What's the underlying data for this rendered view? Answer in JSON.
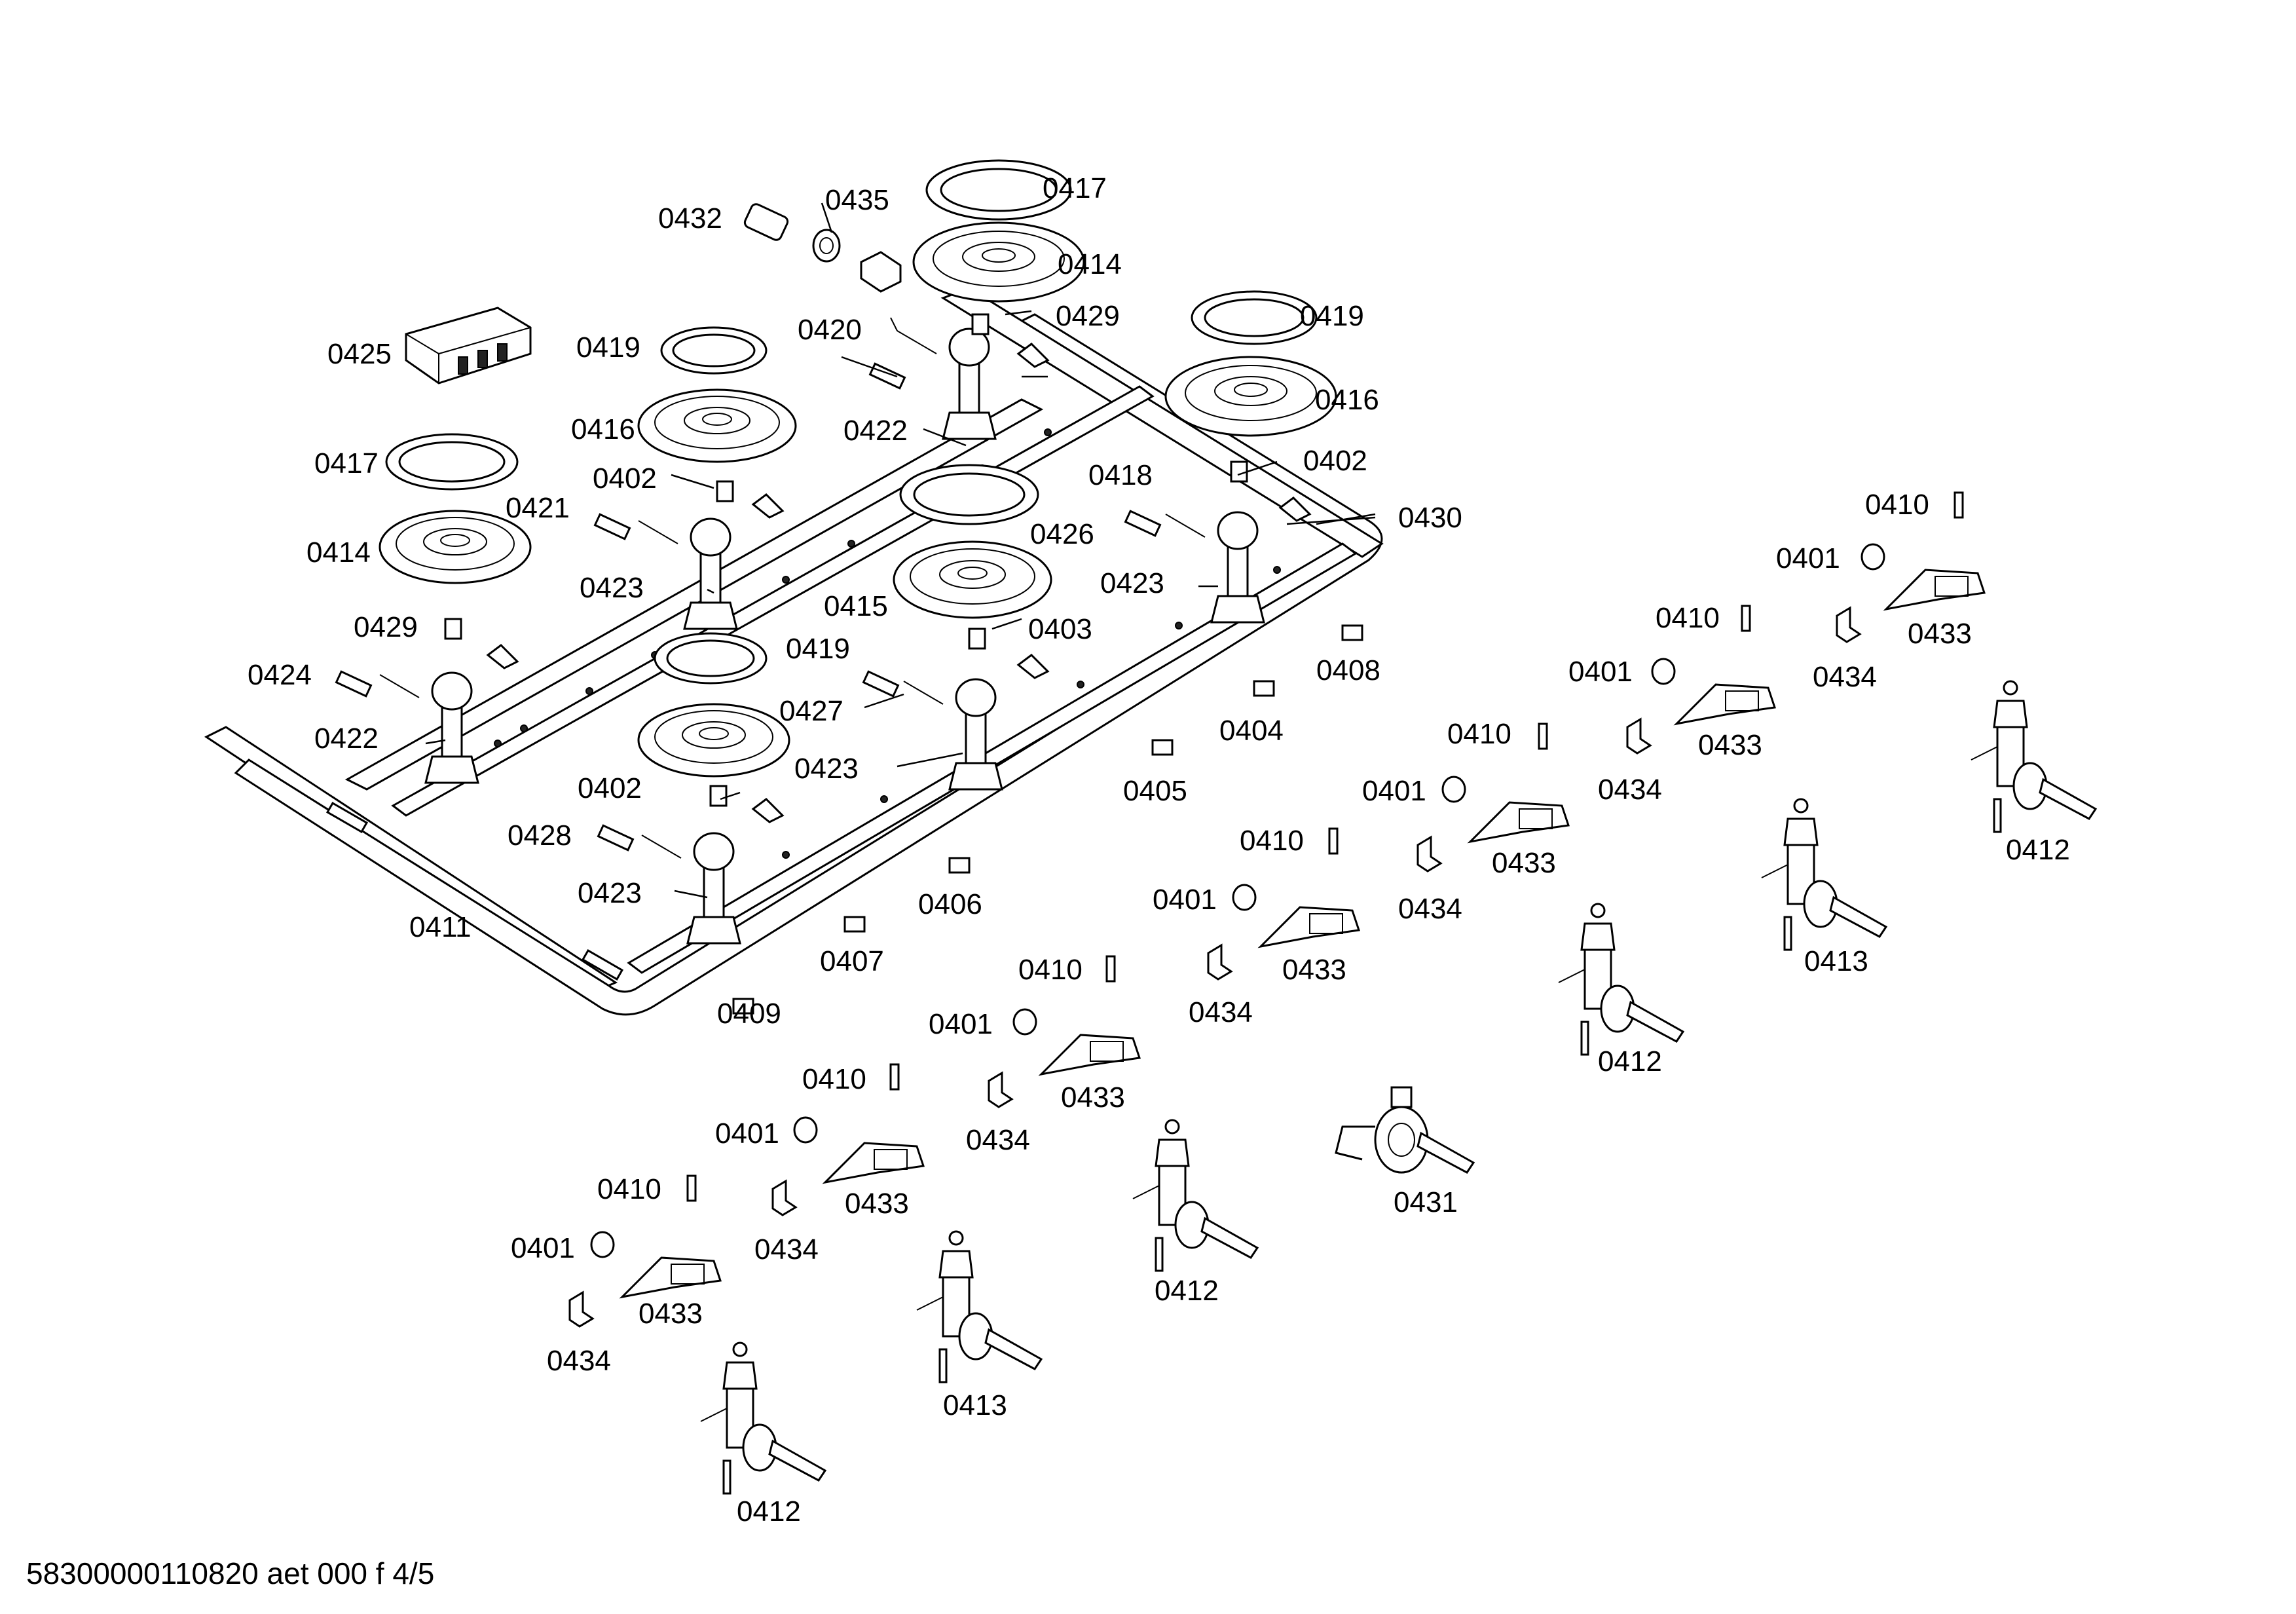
{
  "footer": "58300000110820 aet 000 f 4/5",
  "labels": {
    "l0432": "0432",
    "l0435": "0435",
    "l0417a": "0417",
    "l0414a": "0414",
    "l0429a": "0429",
    "l0419a": "0419",
    "l0425": "0425",
    "l0419b": "0419",
    "l0420": "0420",
    "l0416a": "0416",
    "l0422a": "0422",
    "l0416b": "0416",
    "l0417b": "0417",
    "l0402a": "0402",
    "l0418": "0418",
    "l0402b": "0402",
    "l0421": "0421",
    "l0430": "0430",
    "l0414b": "0414",
    "l0426": "0426",
    "l0423a": "0423",
    "l0423b": "0423",
    "l0415": "0415",
    "l0410a": "0410",
    "l0429b": "0429",
    "l0403": "0403",
    "l0401a": "0401",
    "l0419c": "0419",
    "l0424": "0424",
    "l0408": "0408",
    "l0433a": "0433",
    "l0427": "0427",
    "l0410b": "0410",
    "l0434a": "0434",
    "l0422b": "0422",
    "l0404": "0404",
    "l0423c": "0423",
    "l0401b": "0401",
    "l0433b": "0433",
    "l0402c": "0402",
    "l0405": "0405",
    "l0410c": "0410",
    "l0434b": "0434",
    "l0428": "0428",
    "l0401c": "0401",
    "l0433c": "0433",
    "l0412a": "0412",
    "l0423d": "0423",
    "l0406": "0406",
    "l0410d": "0410",
    "l0434c": "0434",
    "l0411": "0411",
    "l0401d": "0401",
    "l0433d": "0433",
    "l0413a": "0413",
    "l0407": "0407",
    "l0410e": "0410",
    "l0434d": "0434",
    "l0409": "0409",
    "l0401e": "0401",
    "l0412b": "0412",
    "l0433e": "0433",
    "l0410f": "0410",
    "l0434e": "0434",
    "l0401f": "0401",
    "l0431": "0431",
    "l0433f": "0433",
    "l0410g": "0410",
    "l0434f": "0434",
    "l0412c": "0412",
    "l0401g": "0401",
    "l0433g": "0433",
    "l0434g": "0434",
    "l0413b": "0413",
    "l0412d": "0412"
  }
}
